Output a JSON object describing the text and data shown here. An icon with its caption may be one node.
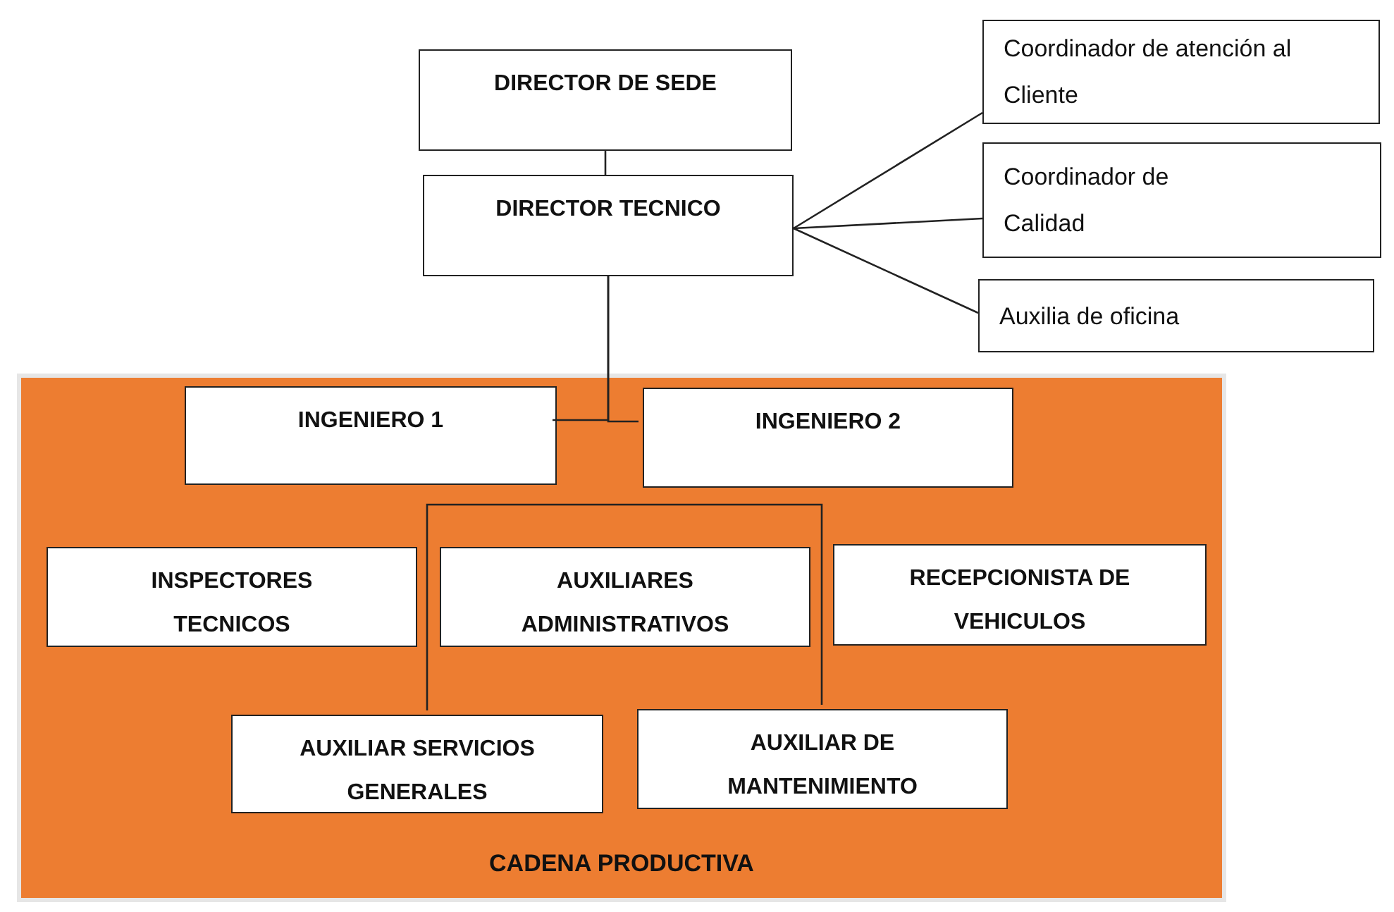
{
  "diagram": {
    "nodes": [
      {
        "text": [
          "DIRECTOR DE SEDE"
        ]
      },
      {
        "text": [
          "DIRECTOR TECNICO"
        ]
      },
      {
        "text": [
          "Coordinador de atención al Cliente"
        ]
      },
      {
        "text": [
          "Coordinador de Calidad"
        ]
      },
      {
        "text": [
          "Auxilia de oficina"
        ]
      },
      {
        "text": [
          "CADENA PRODUCTIVA"
        ]
      },
      {
        "text": [
          "INGENIERO 1"
        ],
        "in": 5
      },
      {
        "text": [
          "INGENIERO 2"
        ],
        "in": 5
      },
      {
        "text": [
          "INSPECTORES TECNICOS"
        ],
        "in": 5
      },
      {
        "text": [
          "AUXILIARES ADMINISTRATIVOS"
        ],
        "in": 5
      },
      {
        "text": [
          "RECEPCIONISTA DE VEHICULOS"
        ],
        "in": 5
      },
      {
        "text": [
          "AUXILIAR SERVICIOS GENERALES"
        ],
        "in": 5
      },
      {
        "text": [
          "AUXILIAR DE MANTENIMIENTO"
        ],
        "in": 5
      }
    ],
    "edges": [
      {
        "from": 0,
        "to": 1,
        "arrow": "none"
      },
      {
        "from": 1,
        "to": 2,
        "arrow": "none"
      },
      {
        "from": 1,
        "to": 3,
        "arrow": "none"
      },
      {
        "from": 1,
        "to": 4,
        "arrow": "none"
      },
      {
        "from": 1,
        "to": 6,
        "arrow": "none"
      },
      {
        "from": 1,
        "to": 7,
        "arrow": "none"
      },
      {
        "from": 11,
        "to": 12,
        "arrow": "none"
      }
    ]
  }
}
